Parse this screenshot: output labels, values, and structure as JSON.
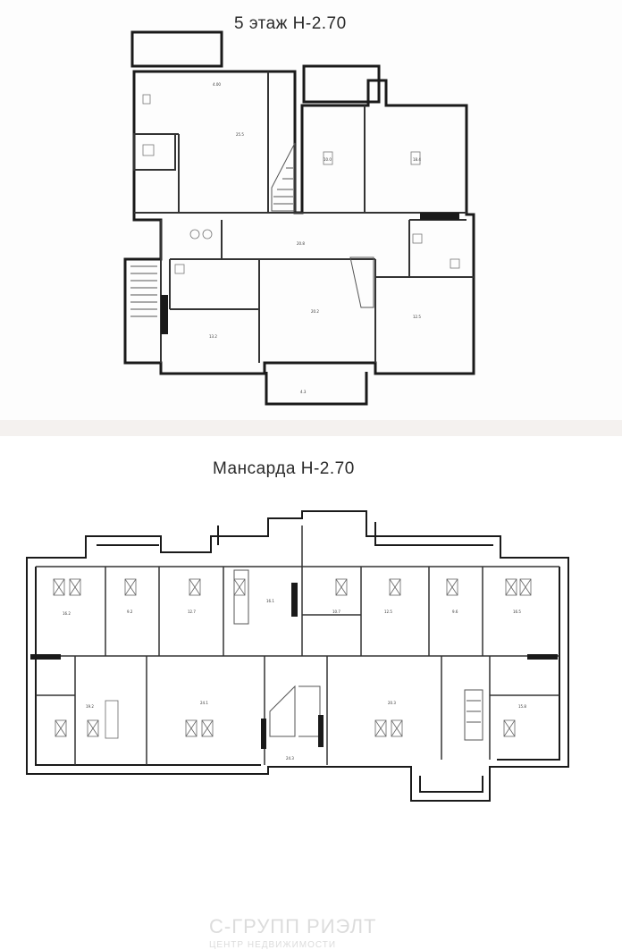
{
  "floors": [
    {
      "title": "5 этаж Н-2.70"
    },
    {
      "title": "Мансарда Н-2.70"
    }
  ],
  "watermark": {
    "name": "С-ГРУПП РИЭЛТ",
    "tagline": "ЦЕНТР НЕДВИЖИМОСТИ"
  },
  "colors": {
    "wall": "#1a1a1a",
    "thin_line": "#555555",
    "watermark": "#dcdcdc",
    "divider": "#f4f1ef"
  }
}
